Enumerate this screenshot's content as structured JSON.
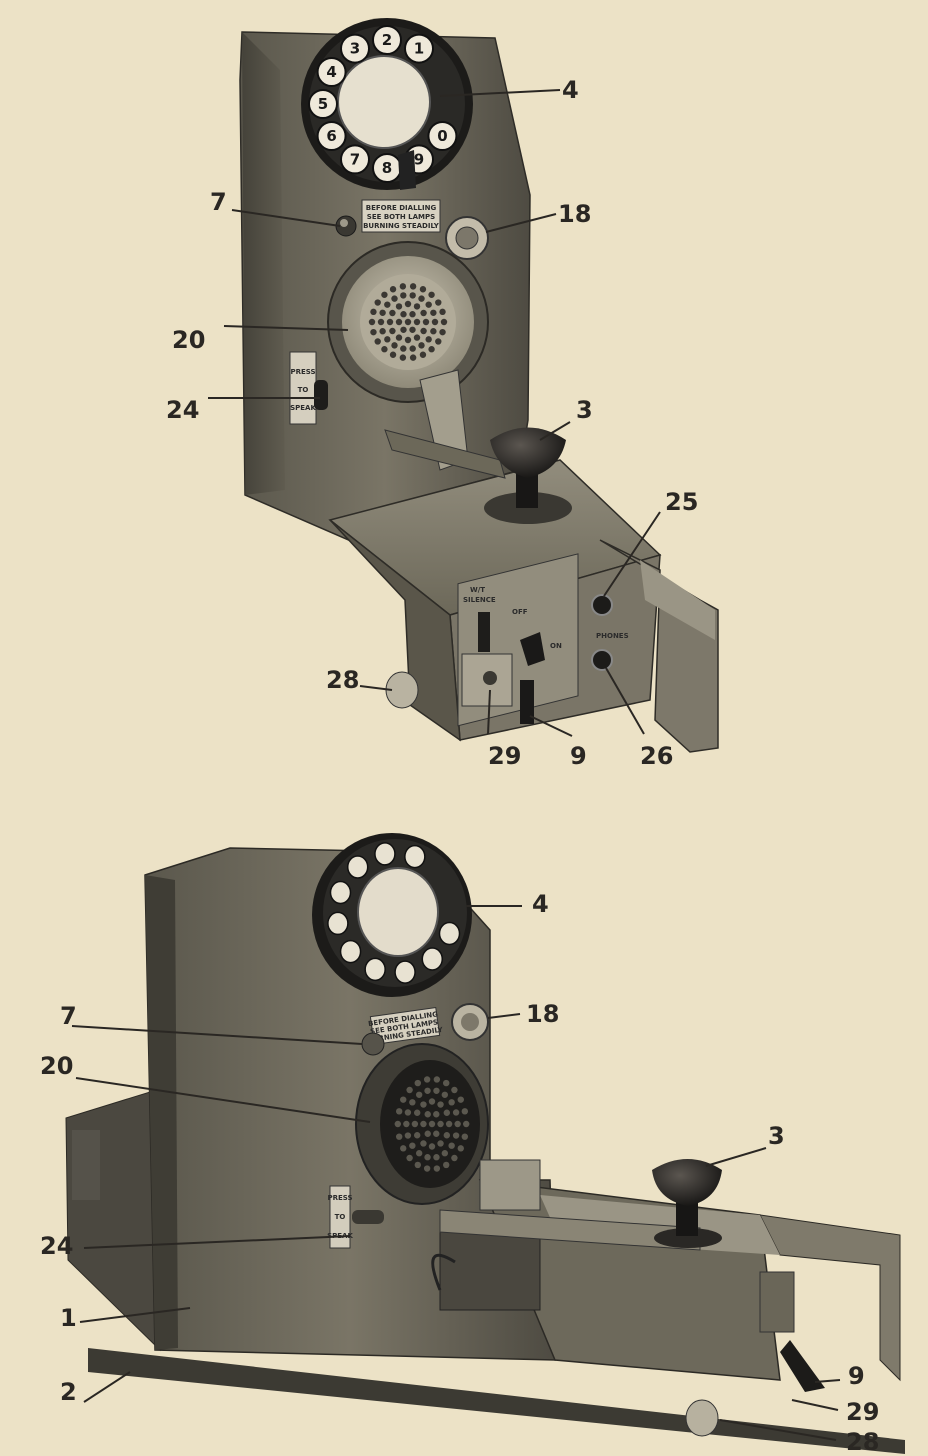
{
  "figure_top": {
    "callouts": [
      "4",
      "7",
      "18",
      "20",
      "24",
      "3",
      "25",
      "28",
      "29",
      "9",
      "26"
    ],
    "dial_digits": [
      "1",
      "2",
      "3",
      "4",
      "5",
      "6",
      "7",
      "8",
      "9",
      "0"
    ],
    "plate_text": [
      "BEFORE DIALLING",
      "SEE BOTH LAMPS",
      "BURNING STEADILY"
    ],
    "press_plate": [
      "PRESS",
      "TO",
      "SPEAK"
    ],
    "panel_labels": {
      "silence": "W/T\nSILENCE",
      "off": "OFF",
      "on": "ON",
      "phones": "PHONES"
    }
  },
  "figure_bottom": {
    "callouts": [
      "4",
      "18",
      "7",
      "20",
      "3",
      "24",
      "1",
      "2",
      "9",
      "29",
      "28"
    ],
    "plate_text": [
      "BEFORE DIALLING",
      "SEE BOTH LAMPS",
      "BURNING STEADILY"
    ],
    "press_plate": [
      "PRESS",
      "TO",
      "SPEAK"
    ]
  },
  "colors": {
    "paper": "#ece2c6",
    "metal_dark": "#4d4a40",
    "metal_mid": "#6e6a5d",
    "metal_light": "#8f8a7b",
    "ink": "#2a2723"
  }
}
